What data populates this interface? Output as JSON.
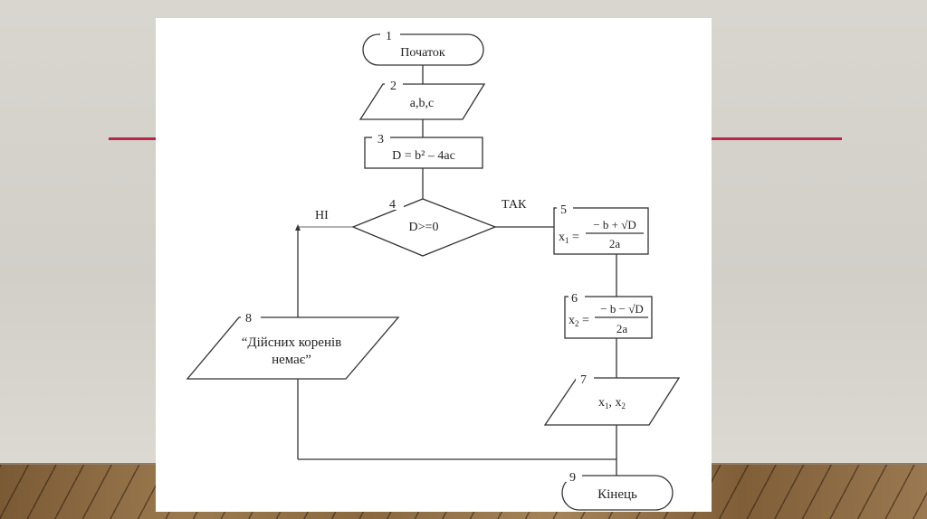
{
  "slide": {
    "accent_color": "#b5284a",
    "background": "wall-and-wood-floor"
  },
  "flowchart": {
    "nodes": [
      {
        "id": "1",
        "type": "terminator",
        "label": "Початок"
      },
      {
        "id": "2",
        "type": "input-output",
        "label": "a,b,c"
      },
      {
        "id": "3",
        "type": "process",
        "label": "D = b² – 4ac"
      },
      {
        "id": "4",
        "type": "decision",
        "label": "D>=0"
      },
      {
        "id": "5",
        "type": "process",
        "lhs": "x",
        "sub": "1",
        "numerator": "− b + √D",
        "denominator": "2a"
      },
      {
        "id": "6",
        "type": "process",
        "lhs": "x",
        "sub": "2",
        "numerator": "− b − √D",
        "denominator": "2a"
      },
      {
        "id": "7",
        "type": "input-output",
        "label_a": "x",
        "sub_a": "1",
        "sep": ", ",
        "label_b": "x",
        "sub_b": "2"
      },
      {
        "id": "8",
        "type": "input-output",
        "line1": "“Дійсних коренів",
        "line2": "немає”"
      },
      {
        "id": "9",
        "type": "terminator",
        "label": "Кінець"
      }
    ],
    "branches": {
      "yes": "ТАК",
      "no": "НІ"
    }
  }
}
